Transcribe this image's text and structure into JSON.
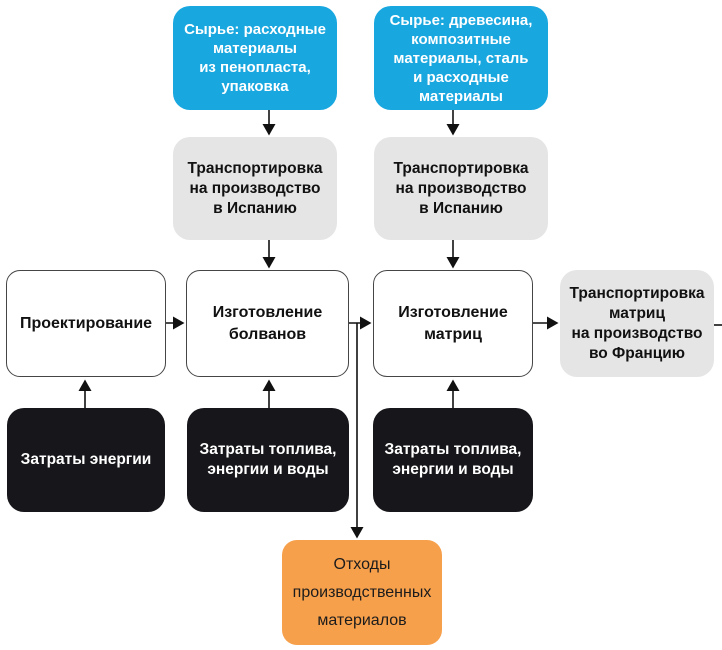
{
  "palette": {
    "raw_material_blue": "#19a7e0",
    "transport_gray": "#e5e5e5",
    "process_white": "#ffffff",
    "process_border": "#454545",
    "resource_black": "#17171b",
    "waste_orange": "#f7a04b",
    "text_dark": "#111111",
    "text_light": "#ffffff",
    "arrow": "#111111",
    "background": "#ffffff"
  },
  "nodes": {
    "raw_foam": {
      "label": "Сырье: расходные\nматериалы\nиз пенопласта,\nупаковка"
    },
    "raw_wood": {
      "label": "Сырье: древесина,\nкомпозитные\nматериалы, сталь\nи расходные\nматериалы"
    },
    "transport_spain_1": {
      "label": "Транспортировка\nна производство\nв Испанию"
    },
    "transport_spain_2": {
      "label": "Транспортировка\nна производство\nв Испанию"
    },
    "design": {
      "label": "Проектирование"
    },
    "blanks": {
      "label": "Изготовление\nболванов"
    },
    "matrices": {
      "label": "Изготовление\nматриц"
    },
    "transport_france": {
      "label": "Транспортировка\nматриц\nна производство\nво Францию"
    },
    "energy_costs": {
      "label": "Затраты энергии"
    },
    "fuel_energy_water_1": {
      "label": "Затраты топлива,\nэнергии и воды"
    },
    "fuel_energy_water_2": {
      "label": "Затраты топлива,\nэнергии и воды"
    },
    "waste": {
      "label": "Отходы\nпроизводственных\nматериалов"
    }
  }
}
